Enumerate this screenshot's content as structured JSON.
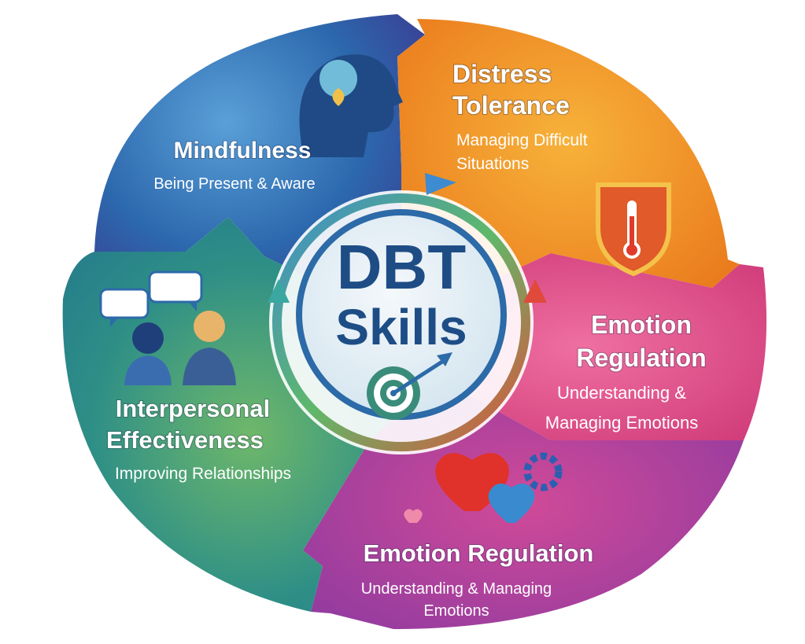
{
  "center": {
    "line1": "DBT",
    "line2": "Skills"
  },
  "segments": [
    {
      "id": "mindfulness",
      "title": "Mindfulness",
      "subtitle": "Being Present & Aware",
      "color": "#2f6fb0",
      "icon": "head-lotus-icon"
    },
    {
      "id": "distress",
      "title_lines": [
        "Distress",
        "Tolerance"
      ],
      "subtitle_lines": [
        "Managing Difficult",
        "Situations"
      ],
      "color": "#f0941e",
      "icon": "shield-thermometer-icon"
    },
    {
      "id": "emotion_upper",
      "title_lines": [
        "Emotion",
        "Regulation"
      ],
      "subtitle_lines": [
        "Understanding &",
        "Managing Emotions"
      ],
      "color": "#dd4a86",
      "icon": ""
    },
    {
      "id": "emotion_lower",
      "title": "Emotion Regulation",
      "subtitle_lines": [
        "Understanding & Managing",
        "Emotions"
      ],
      "color": "#b83a8a",
      "icon": "hearts-gear-icon"
    },
    {
      "id": "interpersonal",
      "title_lines": [
        "Interpersonal",
        "Effectiveness"
      ],
      "subtitle": "Improving Relationships",
      "color": "#2e8f86",
      "icon": "people-talking-icon"
    }
  ],
  "colors": {
    "center_text": "#1e4d86",
    "ring": "#3a7ab8",
    "accent_green": "#5fb86a",
    "accent_red": "#e04a3a"
  }
}
